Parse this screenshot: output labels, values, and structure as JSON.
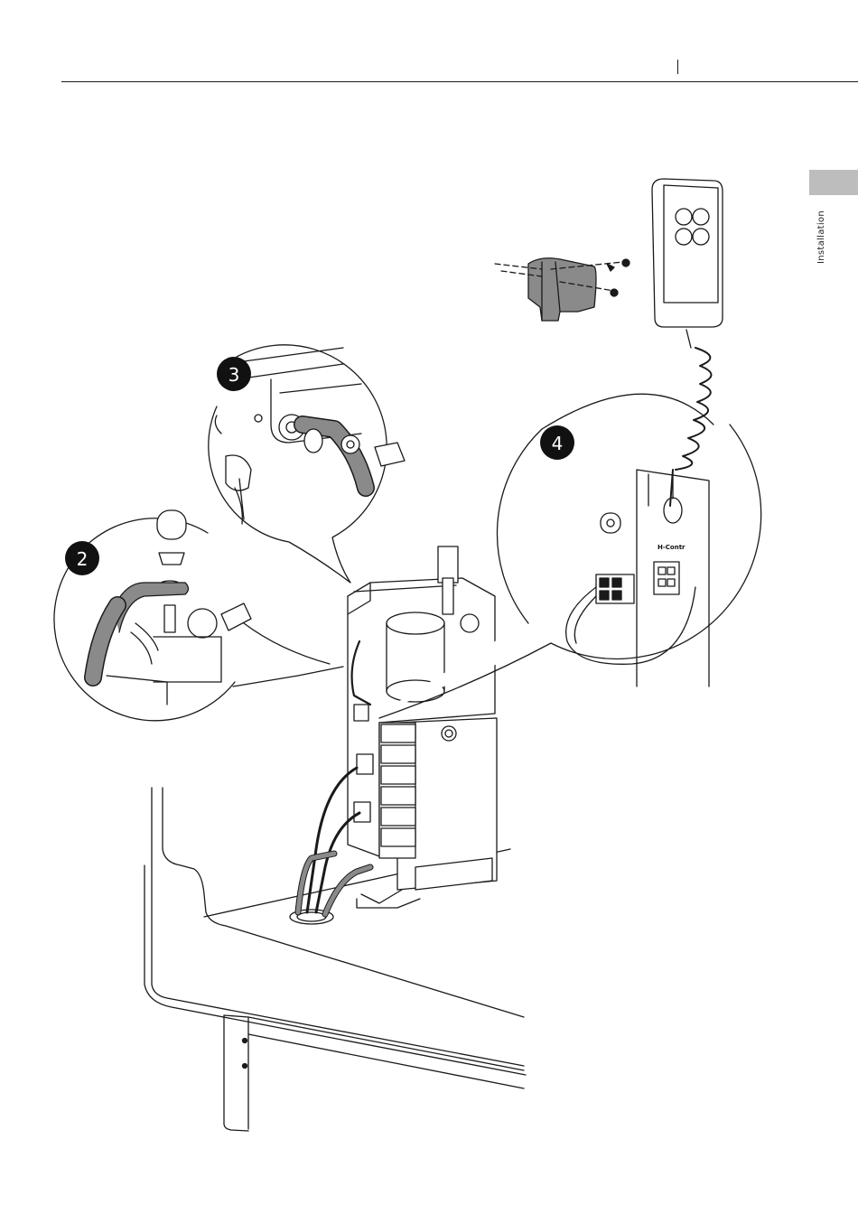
{
  "section_tab": {
    "label": "Installation",
    "color": "#bdbdbd"
  },
  "callouts": [
    {
      "number": "2"
    },
    {
      "number": "3"
    },
    {
      "number": "4"
    }
  ],
  "panel_marking": "H-Contr",
  "colors": {
    "line": "#1a1a1a",
    "dark_fill": "#8a8a8a",
    "callout_fill": "#111111"
  }
}
